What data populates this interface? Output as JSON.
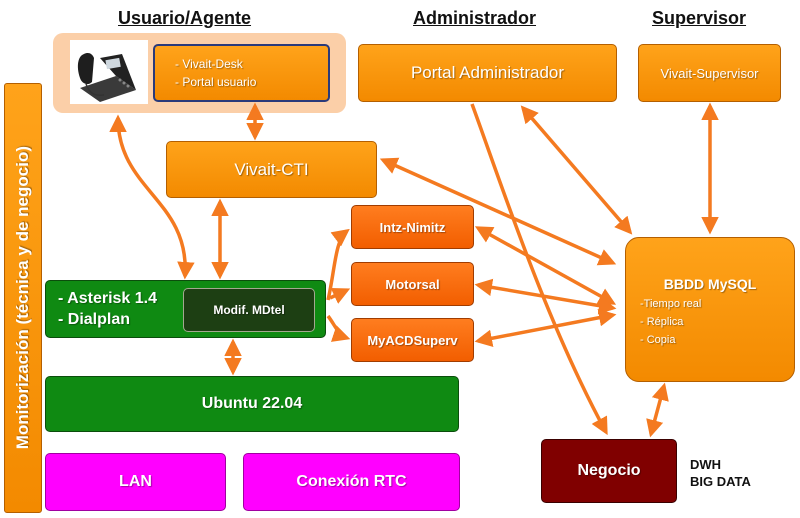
{
  "headers": {
    "usuario": "Usuario/Agente",
    "administrador": "Administrador",
    "supervisor": "Supervisor"
  },
  "sidebar": {
    "label": "Monitorización (técnica y de negocio)"
  },
  "boxes": {
    "desk_line1": "- Vivait-Desk",
    "desk_line2": "- Portal usuario",
    "portal_admin": "Portal Administrador",
    "vivait_supervisor": "Vivait-Supervisor",
    "vivait_cti": "Vivait-CTI",
    "intz": "Intz-Nimitz",
    "motorsal": "Motorsal",
    "myacd": "MyACDSuperv",
    "asterisk_line1": "- Asterisk 1.4",
    "asterisk_line2": "- Dialplan",
    "modif": "Modif. MDtel",
    "ubuntu": "Ubuntu 22.04",
    "lan": "LAN",
    "rtc": "Conexión RTC",
    "negocio": "Negocio"
  },
  "db": {
    "title": "BBDD MySQL",
    "item1": "-Tiempo real",
    "item2": "- Réplica",
    "item3": "- Copia"
  },
  "dwh": {
    "line1": "DWH",
    "line2": "BIG DATA"
  },
  "colors": {
    "orange": "#f7941d",
    "arrow": "#f47a20",
    "green": "#0f8a12",
    "magenta": "#ff00ff",
    "maroon": "#800000",
    "phone_panel": "#fbcfa8"
  }
}
